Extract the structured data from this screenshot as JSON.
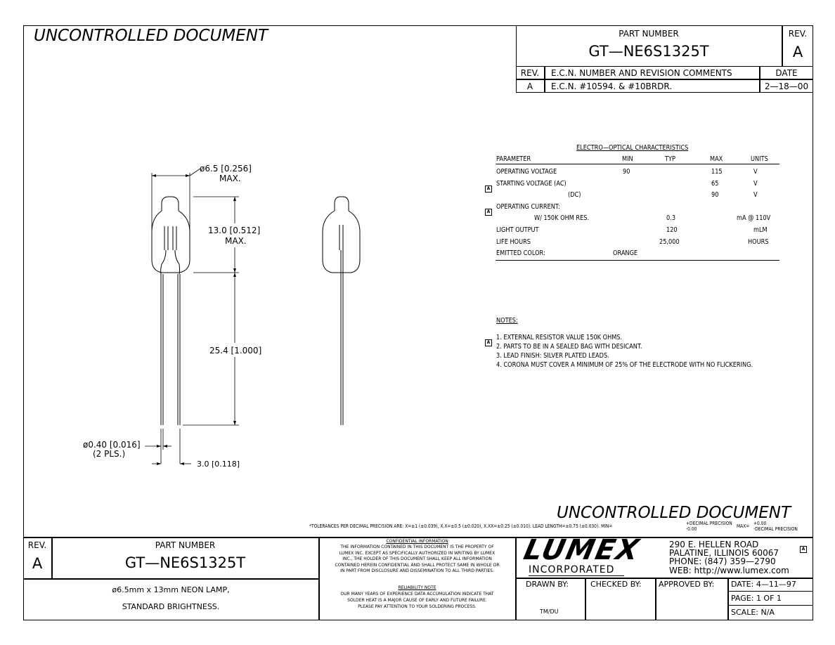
{
  "top": {
    "uncontrolled": "UNCONTROLLED  DOCUMENT",
    "part_number_label": "PART  NUMBER",
    "part_number": "GT—NE6S1325T",
    "rev_label": "REV.",
    "rev": "A",
    "ecn_headers": [
      "REV.",
      "E.C.N.  NUMBER  AND  REVISION  COMMENTS",
      "DATE"
    ],
    "ecn_row": [
      "A",
      "E.C.N.  #10594.  &  #10BRDR.",
      "2—18—00"
    ]
  },
  "drawing": {
    "dim_diameter": "ø6.5  [0.256]",
    "dim_diameter_max": "MAX.",
    "dim_height": "13.0  [0.512]",
    "dim_height_max": "MAX.",
    "dim_lead": "25.4  [1.000]",
    "dim_lead_dia": "ø0.40  [0.016]",
    "dim_lead_dia_pls": "(2  PLS.)",
    "dim_spacing": "3.0  [0.118]"
  },
  "electro": {
    "title": "ELECTRO—OPTICAL  CHARACTERISTICS",
    "headers": [
      "PARAMETER",
      "MIN",
      "TYP",
      "MAX",
      "UNITS"
    ],
    "rows": [
      {
        "flag": "",
        "param": "OPERATING  VOLTAGE",
        "min": "90",
        "typ": "",
        "max": "115",
        "units": "V"
      },
      {
        "flag": "A",
        "param": "STARTING  VOLTAGE     (AC)",
        "min": "",
        "typ": "",
        "max": "65",
        "units": "V"
      },
      {
        "flag": "",
        "param": "(DC)",
        "min": "",
        "typ": "",
        "max": "90",
        "units": "V"
      },
      {
        "flag": "A",
        "param": "OPERATING  CURRENT:",
        "min": "",
        "typ": "",
        "max": "",
        "units": ""
      },
      {
        "flag": "",
        "param": "W/  150K  OHM  RES.",
        "min": "",
        "typ": "0.3",
        "max": "",
        "units": "mA  @  110V"
      },
      {
        "flag": "",
        "param": "LIGHT  OUTPUT",
        "min": "",
        "typ": "120",
        "max": "",
        "units": "mLM"
      },
      {
        "flag": "",
        "param": "LIFE  HOURS",
        "min": "",
        "typ": "25,000",
        "max": "",
        "units": "HOURS"
      },
      {
        "flag": "",
        "param": "EMITTED  COLOR:",
        "min": "ORANGE",
        "typ": "",
        "max": "",
        "units": ""
      }
    ]
  },
  "notes": {
    "title": "NOTES:",
    "items": [
      "1.  EXTERNAL  RESISTOR  VALUE  150K  OHMS.",
      "2.  PARTS  TO  BE  IN  A  SEALED  BAG  WITH  DESICANT.",
      "3.  LEAD  FINISH:  SILVER  PLATED  LEADS.",
      "4.  CORONA  MUST  COVER  A  MINIMUM  OF  25%  OF  THE  ELECTRODE  WITH  NO  FLICKERING."
    ],
    "flag": "A"
  },
  "tolerance": {
    "text": "*TOLERANCES  PER  DECIMAL  PRECISION  ARE:  X=±1  (±0.039),  X.X=±0.5  (±0.020),  X.XX=±0.25  (±0.010).   LEAD  LENGTH=±0.75  (±0.030).  MIN=",
    "min_top": "+DECIMAL  PRECISION",
    "min_bot": "-0.00",
    "max_label": "MAX=",
    "max_top": "+0.00",
    "max_bot": "-DECIMAL  PRECISION"
  },
  "title_block": {
    "rev_label": "REV.",
    "rev": "A",
    "part_number_label": "PART  NUMBER",
    "part_number": "GT—NE6S1325T",
    "description_1": "ø6.5mm  x  13mm  NEON  LAMP,",
    "description_2": "STANDARD  BRIGHTNESS.",
    "confidential_title": "CONFIDENTIAL  INFORMATION",
    "confidential": [
      "THE  INFORMATION  CONTAINED  IN  THIS  DOCUMENT  IS  THE  PROPERTY  OF",
      "LUMEX  INC.   EXCEPT  AS  SPECIFICALLY  AUTHORIZED  IN  WRITING  BY  LUMEX",
      "INC.,  THE  HOLDER  OF  THIS  DOCUMENT  SHALL  KEEP  ALL  INFORMATION",
      "CONTAINED  HEREIN  CONFIDENTIAL  AND  SHALL  PROTECT  SAME  IN  WHOLE  OR",
      "IN  PART  FROM  DISCLOSURE  AND  DISSEMINATION  TO  ALL  THIRD  PARTIES."
    ],
    "reliability_title": "RELIABILITY  NOTE",
    "reliability": [
      "OUR  MANY  YEARS  OF  EXPERIENCE  DATA  ACCUMULATION  INDICATE  THAT",
      "SOLDER  HEAT  IS  A  MAJOR  CAUSE  OF  EARLY  AND  FUTURE  FAILURE.",
      "PLEASE  PAY  ATTENTION  TO  YOUR  SOLDERING  PROCESS."
    ],
    "logo": "LUMEX",
    "logo_sub": "INCORPORATED",
    "address": [
      "290  E.  HELLEN  ROAD",
      "PALATINE,  ILLINOIS   60067",
      "PHONE:  (847)  359—2790",
      "WEB:  http://www.lumex.com"
    ],
    "flag": "A",
    "drawn_by_label": "DRAWN  BY:",
    "drawn_by": "TM/DU",
    "checked_by_label": "CHECKED  BY:",
    "approved_by_label": "APPROVED  BY:",
    "date": "DATE:   4—11—97",
    "page": "PAGE:    1  OF  1",
    "scale": "SCALE:      N/A"
  }
}
